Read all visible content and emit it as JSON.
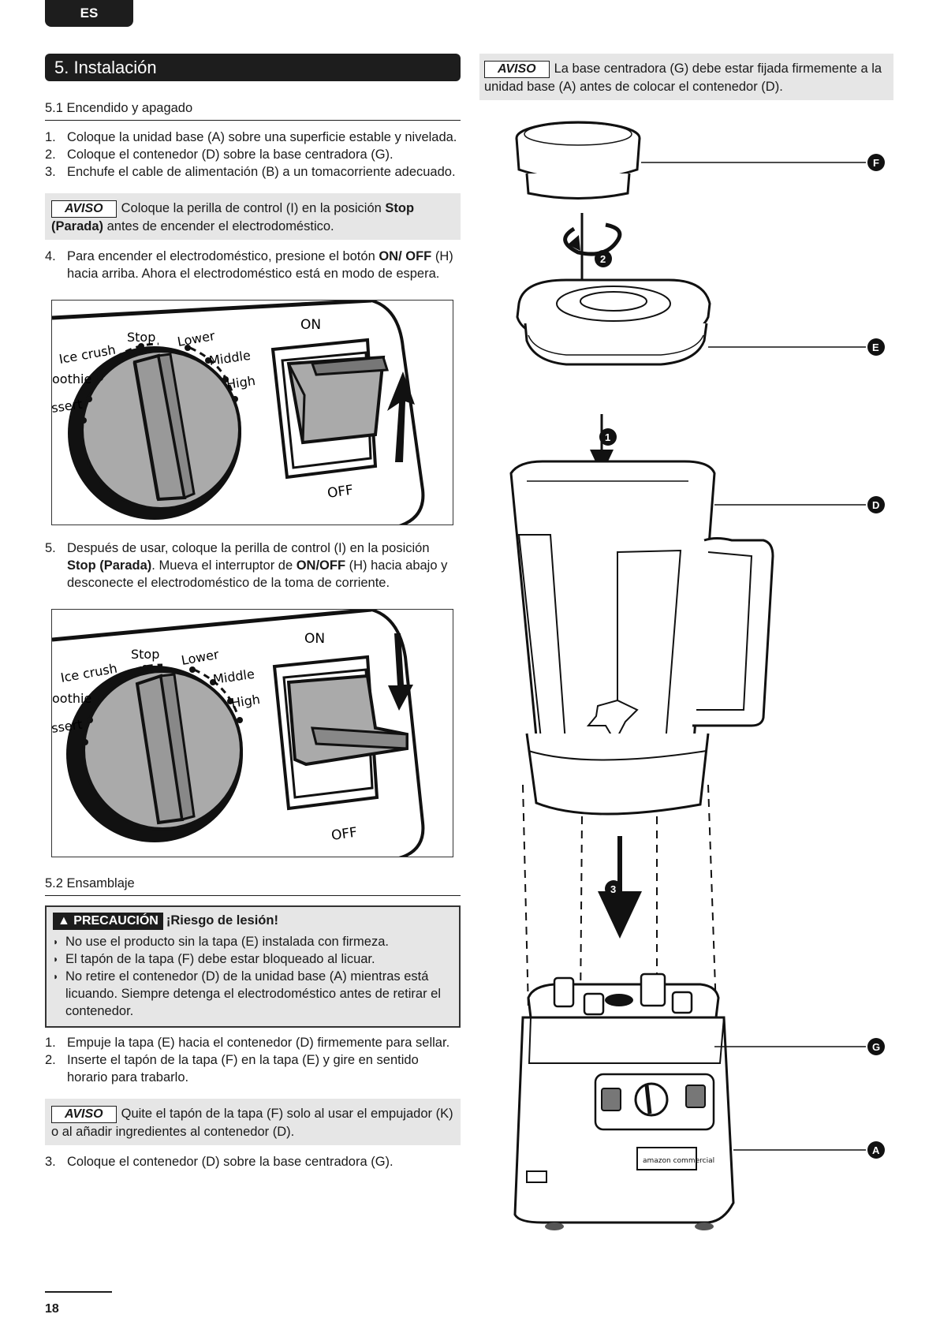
{
  "lang_tab": "ES",
  "section": {
    "title": "5. Instalación"
  },
  "s51": {
    "heading": "5.1 Encendido y apagado",
    "steps": [
      {
        "num": "1.",
        "text": "Coloque la unidad base (A) sobre una superficie estable y nivelada."
      },
      {
        "num": "2.",
        "text": "Coloque el contenedor (D) sobre la base centradora (G)."
      },
      {
        "num": "3.",
        "text": "Enchufe el cable de alimentación (B) a un tomacorriente adecuado."
      }
    ],
    "aviso1": {
      "tag": "AVISO",
      "pre": "Coloque la perilla de control (I) en la posición ",
      "bold": "Stop (Parada)",
      "post": " antes de encender el electrodoméstico."
    },
    "step4": {
      "num": "4.",
      "pre": "Para encender el electrodoméstico, presione el botón ",
      "bold": "ON/ OFF",
      "post": " (H) hacia arriba. Ahora el electrodoméstico está en modo de espera."
    },
    "step5": {
      "num": "5.",
      "pre": "Después de usar, coloque la perilla de control (I) en la posición ",
      "bold1": "Stop (Parada)",
      "mid": ". Mueva el interruptor de ",
      "bold2": "ON/OFF",
      "post": " (H) hacia abajo y desconecte el electrodoméstico de la toma de corriente."
    }
  },
  "dial": {
    "stop": "Stop",
    "lower": "Lower",
    "middle": "Middle",
    "high": "High",
    "ice_crush": "Ice crush",
    "smoothie": "oothie",
    "dessert": "ssert",
    "on": "ON",
    "off": "OFF"
  },
  "s52": {
    "heading": "5.2 Ensamblaje",
    "caution": {
      "tag": "PRECAUCIÓN",
      "title": "¡Riesgo de lesión!",
      "items": [
        "No use el producto sin la tapa (E) instalada con firmeza.",
        "El tapón de la tapa (F) debe estar bloqueado al licuar.",
        "No retire el contenedor (D) de la unidad base (A) mientras está licuando. Siempre detenga el electrodoméstico antes de retirar el contenedor."
      ]
    },
    "steps": [
      {
        "num": "1.",
        "text": "Empuje la tapa (E) hacia el contenedor (D) firmemente para sellar."
      },
      {
        "num": "2.",
        "text": "Inserte el tapón de la tapa (F) en la tapa (E) y gire en sentido horario para trabarlo."
      }
    ],
    "aviso2": {
      "tag": "AVISO",
      "text": "Quite el tapón de la tapa (F) solo al usar el empujador (K) o al añadir ingredientes al contenedor (D)."
    },
    "step3": {
      "num": "3.",
      "text": "Coloque el contenedor (D) sobre la base centradora (G)."
    }
  },
  "aviso_right": {
    "tag": "AVISO",
    "text": "La base centradora (G) debe estar fijada firmemente a la unidad base (A) antes de colocar el contenedor (D)."
  },
  "assembly": {
    "labels": [
      "F",
      "E",
      "D",
      "G",
      "A"
    ],
    "steps": [
      "2",
      "1",
      "3"
    ],
    "brand": "amazon commercial"
  },
  "page_number": "18"
}
